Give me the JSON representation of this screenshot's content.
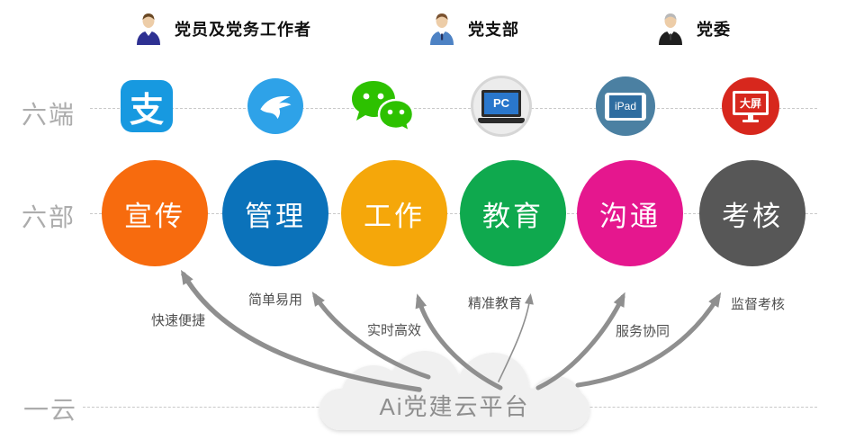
{
  "audiences": [
    {
      "label": "党员及党务工作者",
      "suit_color": "#2e3192",
      "hair_color": "#6b4a26"
    },
    {
      "label": "党支部",
      "suit_color": "#4d82c4",
      "hair_color": "#7a5230"
    },
    {
      "label": "党委",
      "suit_color": "#1f1f1f",
      "hair_color": "#b9b9b9"
    }
  ],
  "row_labels": {
    "terminals": "六端",
    "departments": "六部",
    "cloud": "一云"
  },
  "terminals": [
    {
      "name": "alipay",
      "glyph": "支",
      "color": "#1799e0"
    },
    {
      "name": "dingtalk",
      "color": "#2ea2e8"
    },
    {
      "name": "wechat",
      "color": "#2dc100"
    },
    {
      "name": "pc",
      "label": "PC",
      "screen_color": "#2a77cc"
    },
    {
      "name": "ipad",
      "label": "iPad",
      "color": "#4b80a2",
      "screen_color": "#2e6da0"
    },
    {
      "name": "big-screen",
      "label": "大屏",
      "color": "#d7271d"
    }
  ],
  "departments": [
    {
      "label": "宣传",
      "color": "#f76b0e"
    },
    {
      "label": "管理",
      "color": "#0b72ba"
    },
    {
      "label": "工作",
      "color": "#f5a70a"
    },
    {
      "label": "教育",
      "color": "#0fa94e"
    },
    {
      "label": "沟通",
      "color": "#e5178e"
    },
    {
      "label": "考核",
      "color": "#575757"
    }
  ],
  "benefits": [
    "快速便捷",
    "简单易用",
    "实时高效",
    "精准教育",
    "服务协同",
    "监督考核"
  ],
  "cloud": {
    "label": "Ai党建云平台"
  },
  "arrow_color": "#8f8f8f"
}
